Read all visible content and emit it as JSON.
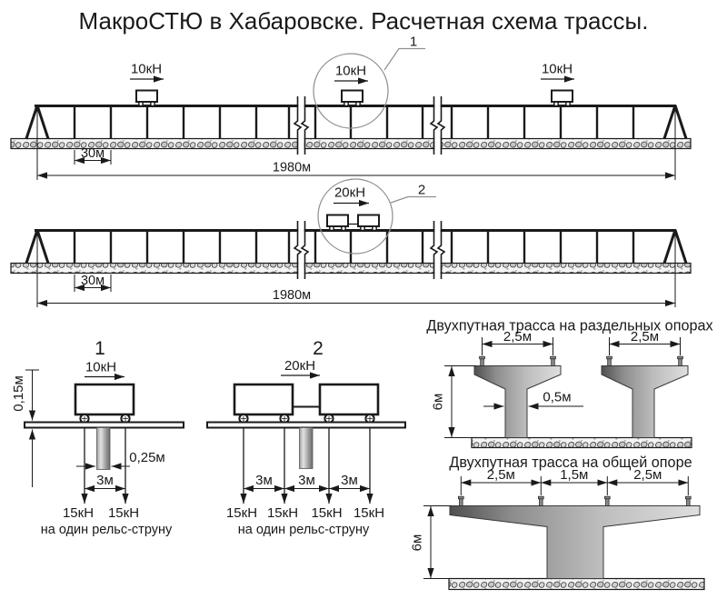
{
  "title": "МакроСТЮ в Хабаровске. Расчетная схема трассы.",
  "colors": {
    "line": "#1a1a1a",
    "pier_gray": "#9a9a9a",
    "callout_gray": "#8f8f8f"
  },
  "scheme1": {
    "callout": "1",
    "loads": [
      "10кН",
      "10кН",
      "10кН"
    ],
    "span_dim": "30м",
    "total_dim": "1980м"
  },
  "scheme2": {
    "callout": "2",
    "load": "20кН",
    "span_dim": "30м",
    "total_dim": "1980м"
  },
  "detail1": {
    "number": "1",
    "load": "10кН",
    "rail_height": "0,15м",
    "column_width": "0,25м",
    "spacing": "3м",
    "forces": [
      "15кН",
      "15кН"
    ],
    "caption": "на один рельс-струну"
  },
  "detail2": {
    "number": "2",
    "load": "20кН",
    "spacings": [
      "3м",
      "3м",
      "3м"
    ],
    "forces": [
      "15кН",
      "15кН",
      "15кН",
      "15кН"
    ],
    "caption": "на один рельс-струну"
  },
  "section_separate": {
    "title": "Двухпутная трасса на раздельных опорах",
    "gauge_left": "2,5м",
    "gauge_right": "2,5м",
    "height": "6м",
    "column_width": "0,5м"
  },
  "section_common": {
    "title": "Двухпутная трасса на общей опоре",
    "gauges": [
      "2,5м",
      "1,5м",
      "2,5м"
    ],
    "height": "6м"
  }
}
